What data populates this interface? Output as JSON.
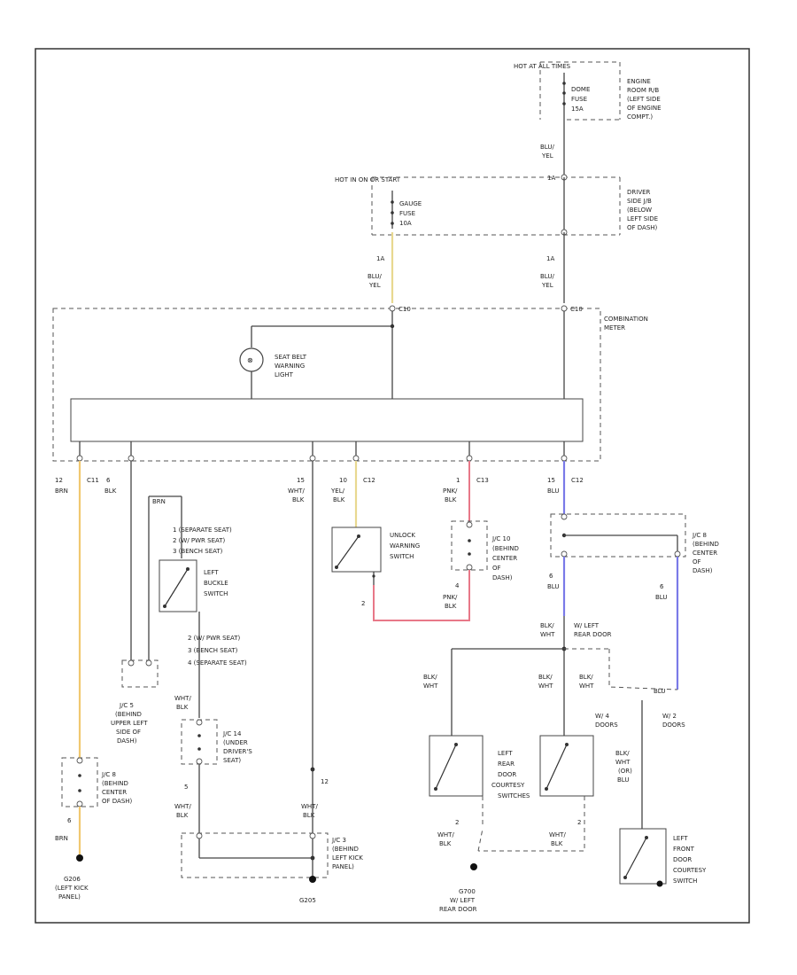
{
  "colors": {
    "yellow": "#e8d890",
    "orange": "#f0c870",
    "pink": "#e87888",
    "blue": "#7a7ae8",
    "wire": "#444444"
  },
  "power": {
    "hot_all": "HOT AT ALL TIMES",
    "hot_on": "HOT IN ON OR START",
    "fuse_dome": [
      "DOME",
      "FUSE",
      "15A"
    ],
    "fuse_gauge": [
      "GAUGE",
      "FUSE",
      "10A"
    ],
    "engine_rb": [
      "ENGINE",
      "ROOM R/B",
      "(LEFT SIDE",
      "OF ENGINE",
      "COMPT.)"
    ],
    "driver_jb": [
      "DRIVER",
      "SIDE J/B",
      "(BELOW",
      "LEFT SIDE",
      "OF DASH)"
    ],
    "jb_pin_left": "1A",
    "jb_pin_right": "1A",
    "wire_bluyel": [
      "BLU/",
      "YEL"
    ]
  },
  "meter": {
    "label": [
      "COMBINATION",
      "METER"
    ],
    "seat_belt": [
      "SEAT BELT",
      "WARNING",
      "LIGHT"
    ],
    "pin_top_left": "C10",
    "pin_top_right": "C10"
  },
  "pins": {
    "p1": [
      "12",
      "C11",
      "BRN"
    ],
    "p2": [
      "6",
      "BLK"
    ],
    "p3": [
      "15",
      "WHT/",
      "BLK"
    ],
    "p4": [
      "10",
      "C12",
      "YEL/",
      "BLK"
    ],
    "p5": [
      "1",
      "C13",
      "PNK/",
      "BLK"
    ],
    "p6": [
      "15",
      "C12",
      "BLU"
    ]
  },
  "left": {
    "pnk_label": "BRN",
    "buckle_seats": [
      "1  (SEPARATE SEAT)",
      "2  (W/ PWR SEAT)",
      "3  (BENCH SEAT)"
    ],
    "buckle_switch": [
      "LEFT",
      "BUCKLE",
      "SWITCH"
    ],
    "buckle_seats_2": [
      "2  (W/ PWR SEAT)",
      "3  (BENCH SEAT)",
      "4  (SEPARATE SEAT)"
    ],
    "jc5": [
      "J/C 5",
      "(BEHIND",
      "UPPER LEFT",
      "SIDE OF",
      "DASH)"
    ],
    "jc14": [
      "J/C 14",
      "(UNDER",
      "DRIVER'S",
      "SEAT)"
    ],
    "jc8_left": [
      "J/C 8",
      "(BEHIND",
      "CENTER",
      "OF DASH)"
    ],
    "wht_blk": [
      "WHT/",
      "BLK"
    ],
    "brn": "BRN",
    "g206": [
      "G206",
      "(LEFT KICK",
      "PANEL)"
    ],
    "pin_num_5": "5",
    "pin_num_6": "6",
    "pin_num_12": "12"
  },
  "center": {
    "unlock": [
      "UNLOCK",
      "WARNING",
      "SWITCH"
    ],
    "jc10": [
      "J/C 10",
      "(BEHIND",
      "CENTER",
      "OF",
      "DASH)"
    ],
    "pnk_blk": [
      "PNK/",
      "BLK"
    ],
    "jc3": [
      "J/C 3",
      "(BEHIND",
      "LEFT KICK",
      "PANEL)"
    ],
    "g205": "G205",
    "pin2": "2",
    "pin4": "4"
  },
  "right": {
    "jc8_right": [
      "J/C 8",
      "(BEHIND",
      "CENTER",
      "OF",
      "DASH)"
    ],
    "blu": "BLU",
    "w_left_rear": [
      "W/ LEFT",
      "REAR DOOR"
    ],
    "blk_wht": [
      "BLK/",
      "WHT"
    ],
    "w4doors": [
      "W/ 4",
      "DOORS"
    ],
    "w2doors": [
      "W/ 2",
      "DOORS"
    ],
    "rear_door_sw": [
      "LEFT",
      "REAR",
      "DOOR",
      "COURTESY",
      "SWITCHES"
    ],
    "front_door_sw": [
      "LEFT",
      "FRONT",
      "DOOR",
      "COURTESY",
      "SWITCH"
    ],
    "blk_wht_blu": [
      "BLK/",
      "WHT",
      "(OR)",
      "BLU"
    ],
    "g700": [
      "G700",
      "W/ LEFT",
      "REAR DOOR"
    ],
    "pin2": "2",
    "pin6": "6"
  }
}
